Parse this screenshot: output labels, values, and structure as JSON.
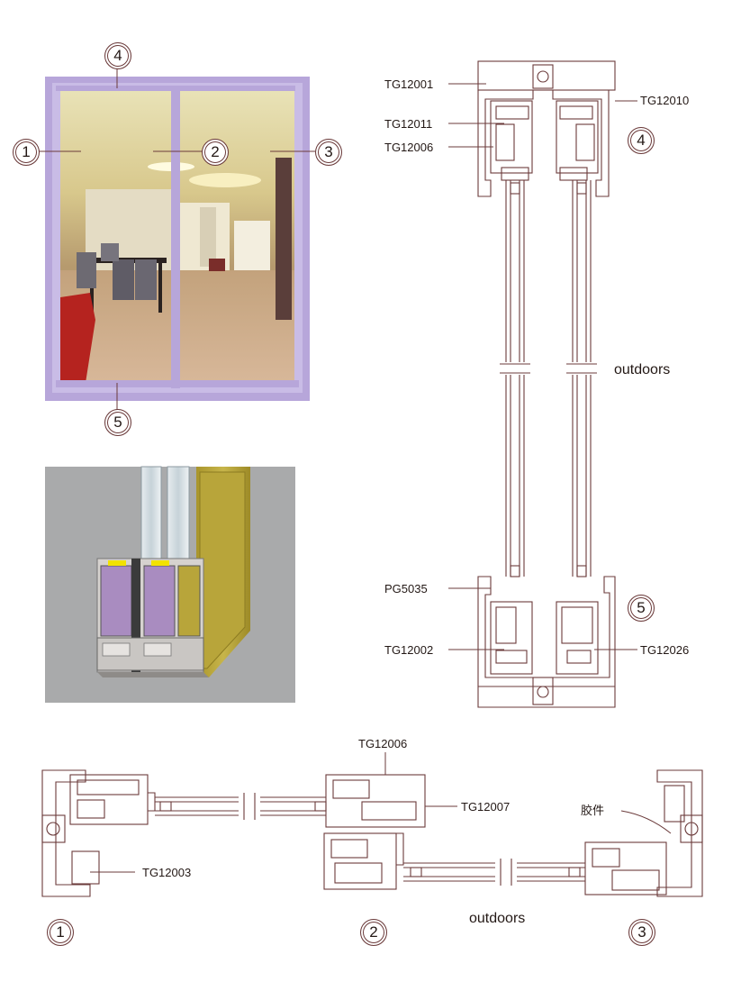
{
  "callouts": {
    "photo": [
      "4",
      "1",
      "2",
      "3",
      "5"
    ],
    "vertical": [
      "4",
      "5"
    ],
    "horizontal": [
      "1",
      "2",
      "3"
    ]
  },
  "part_labels": {
    "tg12001": "TG12001",
    "tg12010": "TG12010",
    "tg12011": "TG12011",
    "tg12006_top": "TG12006",
    "pg5035": "PG5035",
    "tg12002": "TG12002",
    "tg12026": "TG12026",
    "tg12006_h": "TG12006",
    "tg12007": "TG12007",
    "tg12003": "TG12003",
    "glue_part": "胶件"
  },
  "outdoors_vertical": "outdoors",
  "outdoors_horizontal": "outdoors",
  "colors": {
    "frame_lilac": "#b7a6da",
    "section_line": "#6b3b3b",
    "cutaway_gold": "#b8a53a",
    "cutaway_bg": "#a9aaab",
    "insulation_purple": "#a98cc0",
    "gasket_yellow": "#f2e200"
  },
  "icons": [
    "numbered-callout-icon"
  ]
}
